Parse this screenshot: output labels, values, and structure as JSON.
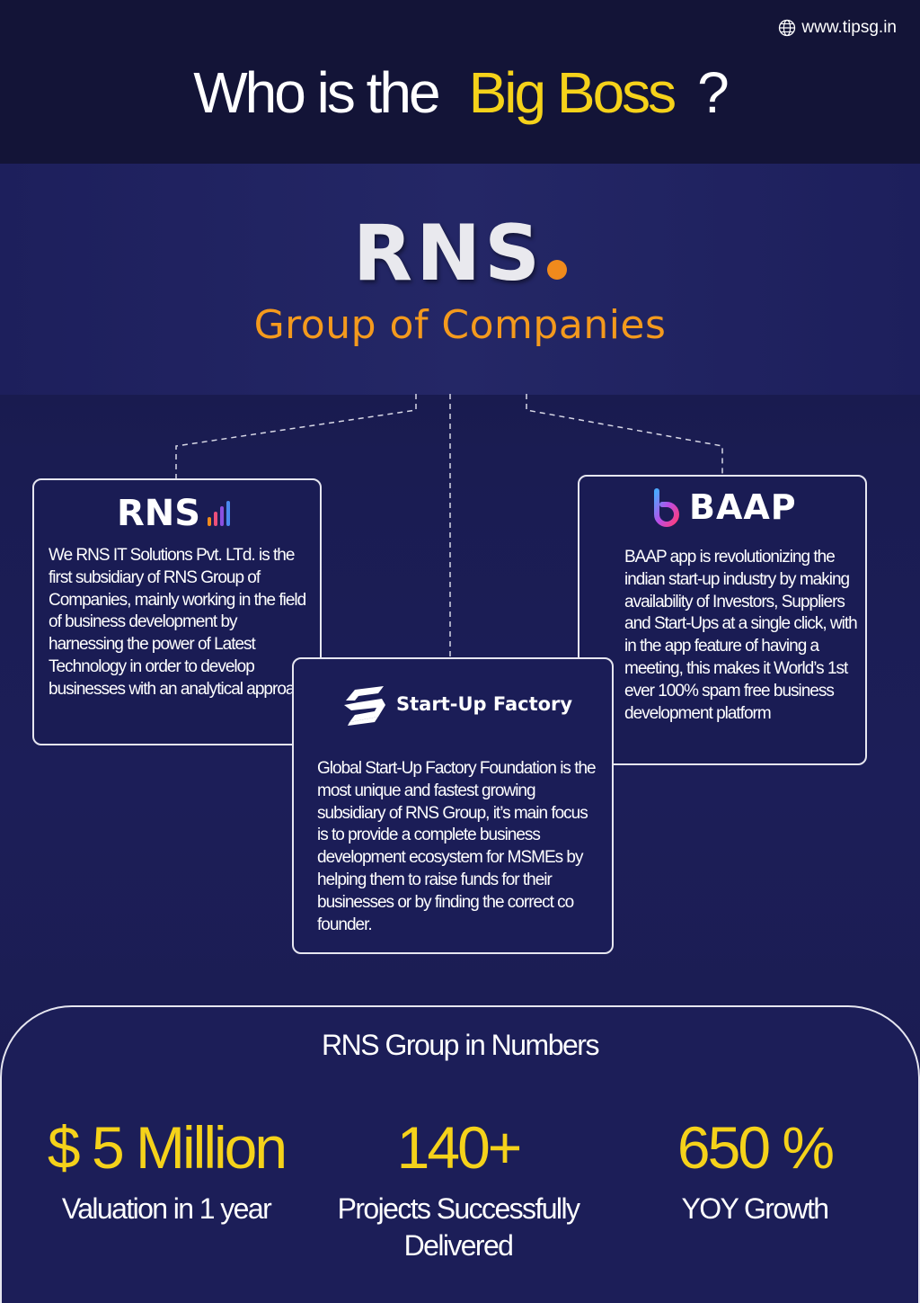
{
  "header": {
    "website": "www.tipsg.in",
    "headline_prefix": "Who is the",
    "headline_highlight": "Big Boss",
    "headline_suffix": "?"
  },
  "hero": {
    "logo_text": "RNS",
    "subtitle": "Group of Companies"
  },
  "companies": [
    {
      "logo_text": "RNS",
      "description": "We RNS IT Solutions Pvt. LTd. is the first subsidiary of RNS Group of Companies, mainly working in the field of business development by harnessing the power of Latest Technology in order to develop businesses with an analytical approach."
    },
    {
      "logo_text": "Start-Up Factory",
      "description": "Global Start-Up Factory Foundation is the most unique and fastest growing subsidiary of RNS Group, it’s main focus is to provide a complete business development ecosystem for MSMEs by helping them to raise funds for their businesses or by finding the correct co founder."
    },
    {
      "logo_text": "BAAP",
      "description": "BAAP app is revolutionizing the indian start-up industry by making availability of Investors, Suppliers and Start-Ups at a single click, with in the app feature of having a meeting, this makes it World’s 1st ever 100% spam free business development platform"
    }
  ],
  "numbers": {
    "title": "RNS Group in Numbers",
    "stats": [
      {
        "value": "$ 5 Million",
        "label": "Valuation in 1 year"
      },
      {
        "value": "140+",
        "label": "Projects Successfully Delivered"
      },
      {
        "value": "650 %",
        "label": "YOY Growth"
      }
    ]
  },
  "colors": {
    "background": "#17184a",
    "highlight_yellow": "#f5d21a",
    "accent_orange": "#f49a1d",
    "card_border": "#e6e6f0"
  },
  "icons": [
    "globe-icon",
    "rns-bars-icon",
    "baap-logo-icon",
    "startup-factory-logo-icon"
  ]
}
